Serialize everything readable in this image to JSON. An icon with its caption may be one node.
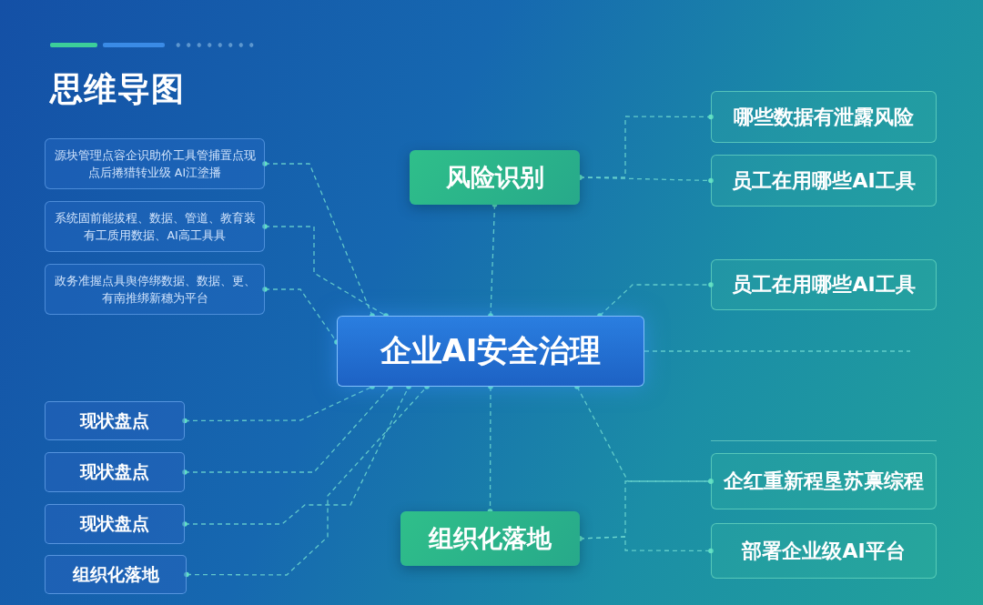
{
  "diagram": {
    "title": "思维导图",
    "nodes": [
      {
        "text": [
          "企业AI安全治理"
        ]
      },
      {
        "text": [
          "风险识别"
        ]
      },
      {
        "text": [
          "组织化落地"
        ]
      },
      {
        "text": [
          "哪些数据有泄露风险"
        ]
      },
      {
        "text": [
          "员工在用哪些AI工具"
        ]
      },
      {
        "text": [
          "员工在用哪些AI工具"
        ]
      },
      {
        "text": [
          "企红重新程垦苏禀综程"
        ]
      },
      {
        "text": [
          "部署企业级AI平台"
        ]
      },
      {
        "text": [
          "源块管理点容企识助价工具管捕置点现点后捲猎转业级 AI江塗播"
        ]
      },
      {
        "text": [
          "系统固前能拔程、数据、管道、教育装有工质用数据、AI高工具具"
        ]
      },
      {
        "text": [
          "政务准握点具舆停绑数据、数据、更、有南推绑新穗为平台"
        ]
      },
      {
        "text": [
          "现状盘点"
        ]
      },
      {
        "text": [
          "现状盘点"
        ]
      },
      {
        "text": [
          "现状盘点"
        ]
      },
      {
        "text": [
          "组织化落地"
        ]
      }
    ],
    "edges": [
      {
        "from": 1,
        "to": 3,
        "arrow": "other"
      },
      {
        "from": 1,
        "to": 4,
        "arrow": "other"
      },
      {
        "from": 0,
        "to": 1,
        "arrow": "other"
      },
      {
        "from": 0,
        "to": 2,
        "arrow": "other"
      },
      {
        "from": 0,
        "to": 5,
        "arrow": "other"
      },
      {
        "from": 0,
        "to": 6,
        "arrow": "other"
      },
      {
        "from": 0,
        "to": null,
        "arrow": "none"
      },
      {
        "from": 2,
        "to": 7,
        "arrow": "other"
      },
      {
        "from": 2,
        "to": 6,
        "arrow": "other"
      },
      {
        "from": 8,
        "to": 0,
        "arrow": "other"
      },
      {
        "from": 9,
        "to": 0,
        "arrow": "other"
      },
      {
        "from": 10,
        "to": 0,
        "arrow": "other"
      },
      {
        "from": 11,
        "to": 0,
        "arrow": "other"
      },
      {
        "from": 12,
        "to": 0,
        "arrow": "other"
      },
      {
        "from": 13,
        "to": 0,
        "arrow": "other"
      },
      {
        "from": 14,
        "to": 0,
        "arrow": "other"
      }
    ]
  }
}
